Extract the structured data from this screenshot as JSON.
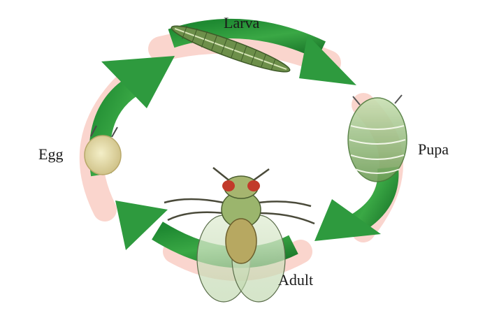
{
  "diagram": {
    "stages": [
      {
        "id": "larva",
        "label": "Larva"
      },
      {
        "id": "pupa",
        "label": "Pupa"
      },
      {
        "id": "adult",
        "label": "Adult"
      },
      {
        "id": "egg",
        "label": "Egg"
      }
    ],
    "cycle_order": [
      "Egg",
      "Larva",
      "Pupa",
      "Adult"
    ],
    "colors": {
      "arrow_green": "#2e9a3e",
      "arrow_dark": "#1d7a2c",
      "glow": "#f6b3a6",
      "body_green": "#7fb06a",
      "label_text": "#1a1a1a"
    }
  }
}
